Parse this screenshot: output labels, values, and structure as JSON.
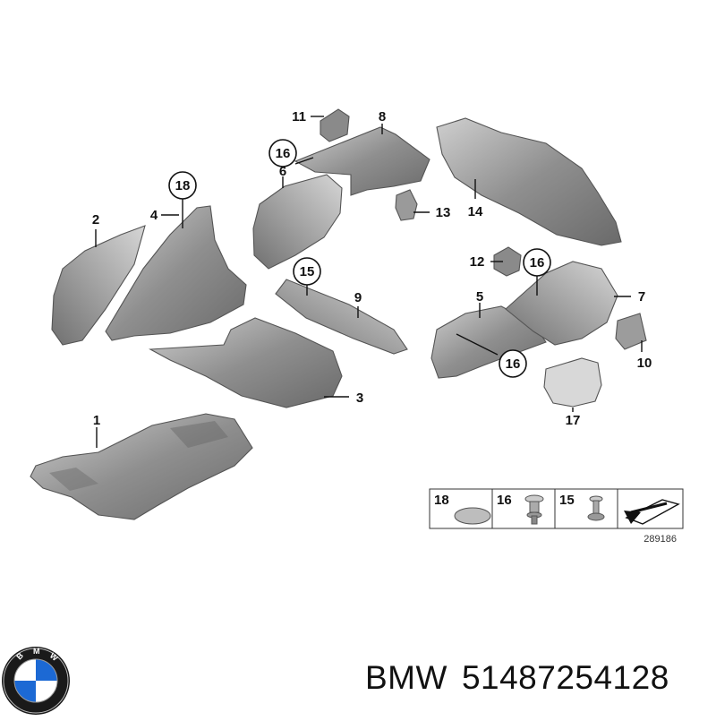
{
  "diagram": {
    "callouts": {
      "c1": "1",
      "c2": "2",
      "c3": "3",
      "c4": "4",
      "c5": "5",
      "c6": "6",
      "c7": "7",
      "c8": "8",
      "c9": "9",
      "c10": "10",
      "c11": "11",
      "c12": "12",
      "c13": "13",
      "c14": "14",
      "c15": "15",
      "c16a": "16",
      "c16b": "16",
      "c16c": "16",
      "c17": "17",
      "c18": "18"
    },
    "legend": {
      "col1": "18",
      "col2": "16",
      "col3": "15",
      "ref_number": "289186"
    }
  },
  "footer": {
    "brand": "BMW",
    "part_number": "51487254128"
  },
  "colors": {
    "part_fill": "#9a9a9a",
    "part_dark": "#6e6e6e",
    "ink": "#111111",
    "logo_blue": "#1c69d4"
  }
}
